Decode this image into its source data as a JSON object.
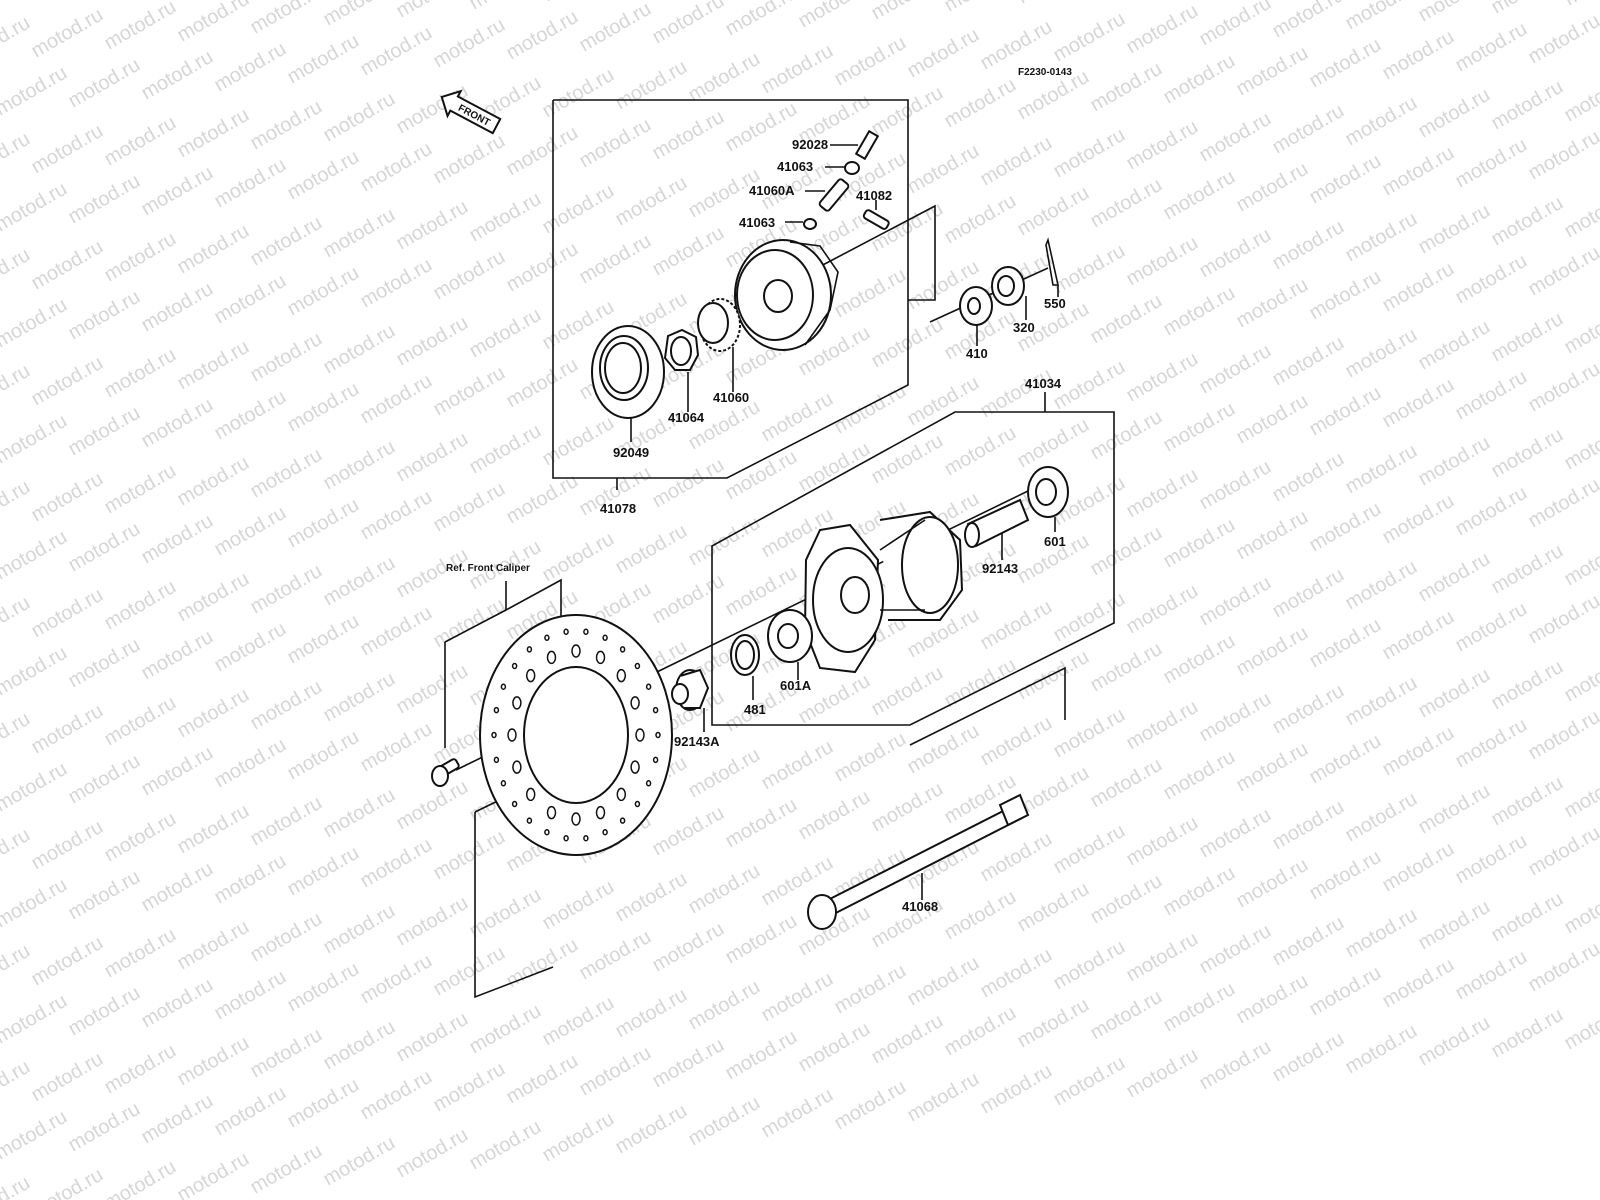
{
  "diagram": {
    "code": "F2230-0143",
    "front_label": "FRONT",
    "ref_note": "Ref. Front Caliper",
    "watermark": "motod.ru"
  },
  "parts": {
    "p92028": "92028",
    "p41063a": "41063",
    "p41060A": "41060A",
    "p41082": "41082",
    "p41063b": "41063",
    "p550": "550",
    "p320": "320",
    "p410": "410",
    "p41060": "41060",
    "p41064": "41064",
    "p92049": "92049",
    "p41078": "41078",
    "p41034": "41034",
    "p601": "601",
    "p92143": "92143",
    "p601A": "601A",
    "p481": "481",
    "p92143A": "92143A",
    "p41068": "41068"
  }
}
